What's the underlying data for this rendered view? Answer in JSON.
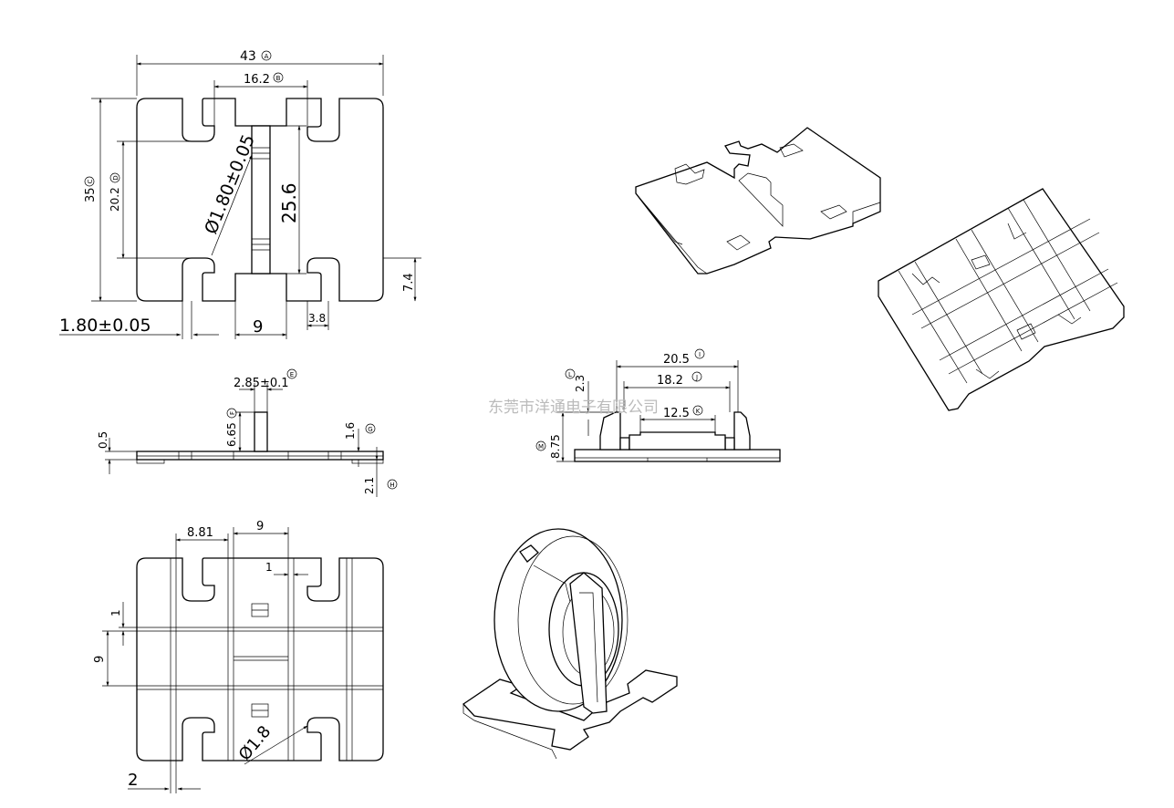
{
  "watermark": "东莞市洋通电子有限公司",
  "top_view": {
    "overall_width": "43",
    "overall_width_ref": "A",
    "inner_width": "16.2",
    "inner_width_ref": "B",
    "overall_height": "35",
    "overall_height_ref": "C",
    "inner_height": "20.2",
    "inner_height_ref": "D",
    "pin_diameter": "Ø1.80±0.05",
    "pin_length": "25.6",
    "foot_height": "7.4",
    "pin_offset": "1.80±0.05",
    "center_gap": "9",
    "slot_width": "3.8"
  },
  "front_view": {
    "pin_width": "2.85±0.1",
    "pin_width_ref": "E",
    "base_thickness": "0.5",
    "pin_height": "6.65",
    "pin_height_ref": "F",
    "step": "1.6",
    "step_ref": "G",
    "leg": "2.1",
    "leg_ref": "H"
  },
  "side_view": {
    "outer_span": "20.5",
    "outer_span_ref": "I",
    "mid_span": "18.2",
    "mid_span_ref": "J",
    "inner_span": "12.5",
    "inner_span_ref": "K",
    "tab_height": "2.3",
    "tab_height_ref": "L",
    "total_height": "8.75",
    "total_height_ref": "M"
  },
  "bottom_view": {
    "left_width": "8.81",
    "center_width": "9",
    "rib": "1",
    "rib_height": "1",
    "cell_height": "9",
    "hole_diameter": "Ø1.8",
    "edge": "2"
  }
}
